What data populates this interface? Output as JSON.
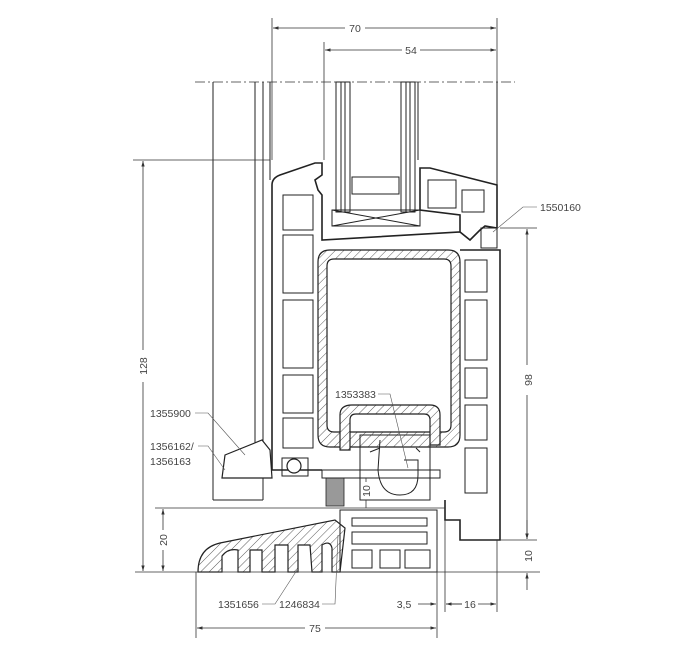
{
  "dimensions": {
    "top_overall": "70",
    "top_glazing": "54",
    "left_height": "128",
    "right_height": "98",
    "sill_height": "20",
    "right_bottom": "10",
    "inner_gap": "10",
    "bottom_width": "75",
    "bottom_offset": "3,5",
    "bottom_right": "16"
  },
  "part_labels": {
    "p1550160": "1550160",
    "p1353383": "1353383",
    "p1355900": "1355900",
    "p1356162": "1356162/",
    "p1356163": "1356163",
    "p1351656": "1351656",
    "p1246834": "1246834"
  },
  "colors": {
    "line": "#222222",
    "text": "#444444",
    "background": "#ffffff"
  }
}
